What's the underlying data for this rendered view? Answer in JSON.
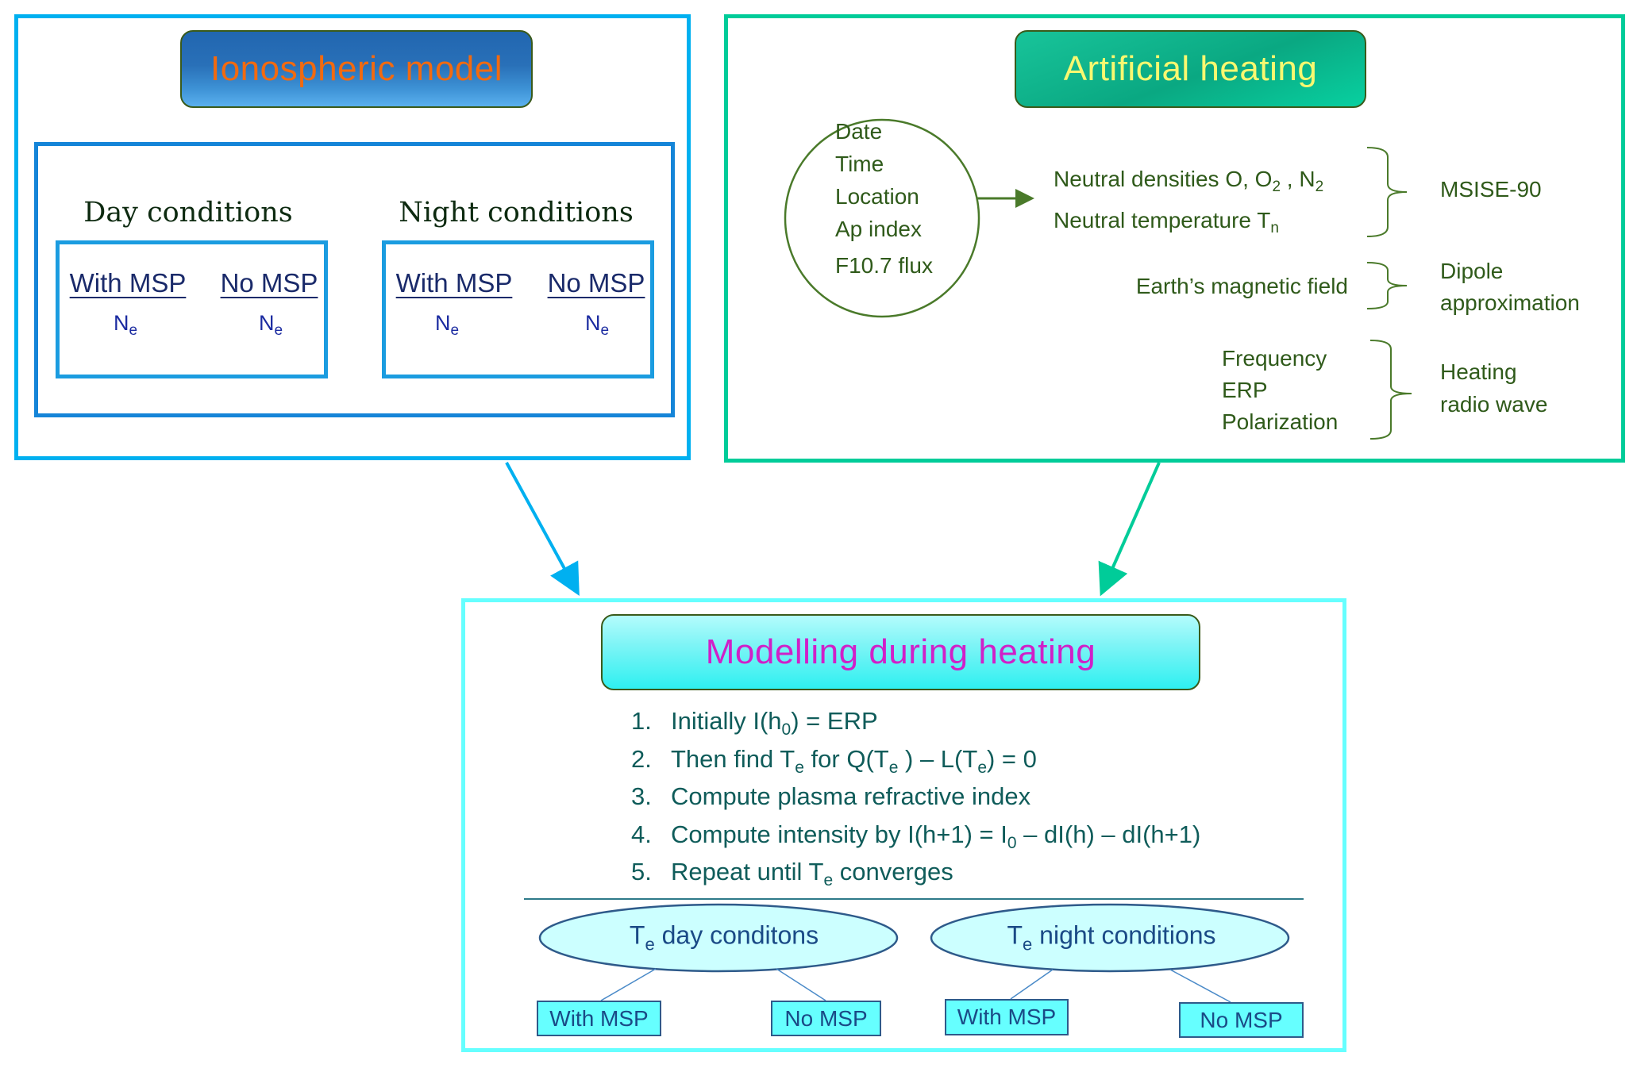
{
  "ionospheric_model": {
    "title": "Ionospheric model",
    "day": {
      "title": "Day conditions",
      "with_msp": "With MSP",
      "no_msp": "No MSP",
      "param": "N",
      "param_sub": "e"
    },
    "night": {
      "title": "Night conditions",
      "with_msp": "With MSP",
      "no_msp": "No MSP",
      "param": "N",
      "param_sub": "e"
    },
    "colors": {
      "frame": "#00b0f0",
      "inner_frame": "#1585d8",
      "title_text": "#f26a10"
    }
  },
  "artificial_heating": {
    "title": "Artificial heating",
    "inputs": [
      "Date",
      "Time",
      "Location",
      "Ap index",
      "F10.7 flux"
    ],
    "groups": [
      {
        "lines": [
          {
            "text": "Neutral densities O, O",
            "sub": "2",
            "text2": " , N",
            "sub2": "2"
          },
          {
            "text": "Neutral temperature T",
            "sub": "n"
          }
        ],
        "result": [
          "MSISE-90"
        ]
      },
      {
        "lines": [
          {
            "text": "Earth’s magnetic field"
          }
        ],
        "result": [
          "Dipole",
          "approximation"
        ]
      },
      {
        "lines": [
          {
            "text": "Frequency"
          },
          {
            "text": "ERP"
          },
          {
            "text": "Polarization"
          }
        ],
        "result": [
          "Heating",
          "radio wave"
        ]
      }
    ],
    "colors": {
      "frame": "#00cc99",
      "title_text": "#f8f870",
      "text": "#2f5a1a"
    }
  },
  "modelling": {
    "title": "Modelling during heating",
    "steps": [
      {
        "num": "1.",
        "parts": [
          "Initially I(h",
          "0",
          ") = ERP"
        ]
      },
      {
        "num": "2.",
        "parts": [
          "Then find T",
          "e",
          " for Q(T",
          "e",
          " ) – L(T",
          "e",
          ") = 0"
        ]
      },
      {
        "num": "3.",
        "parts": [
          "Compute plasma refractive index"
        ]
      },
      {
        "num": "4.",
        "parts": [
          "Compute intensity by  I(h+1) = I",
          "0",
          " – dI(h) – dI(h+1)"
        ]
      },
      {
        "num": "5.",
        "parts": [
          "Repeat until T",
          "e",
          " converges"
        ]
      }
    ],
    "day": {
      "label_main": "T",
      "label_sub": "e",
      "label_rest": " day conditons",
      "with_msp": "With MSP",
      "no_msp": "No MSP"
    },
    "night": {
      "label_main": "T",
      "label_sub": "e",
      "label_rest": " night conditions",
      "with_msp": "With MSP",
      "no_msp": "No MSP"
    },
    "colors": {
      "frame": "#66ffff",
      "title_text": "#d020c8",
      "steps_text": "#0f5c5a",
      "box_fill": "#66ffff",
      "ellipse_fill": "#ccffff"
    }
  },
  "arrows": [
    {
      "from": "ionospheric_model",
      "to": "modelling",
      "color": "#00b0f0"
    },
    {
      "from": "artificial_heating",
      "to": "modelling",
      "color": "#00cc99"
    }
  ]
}
